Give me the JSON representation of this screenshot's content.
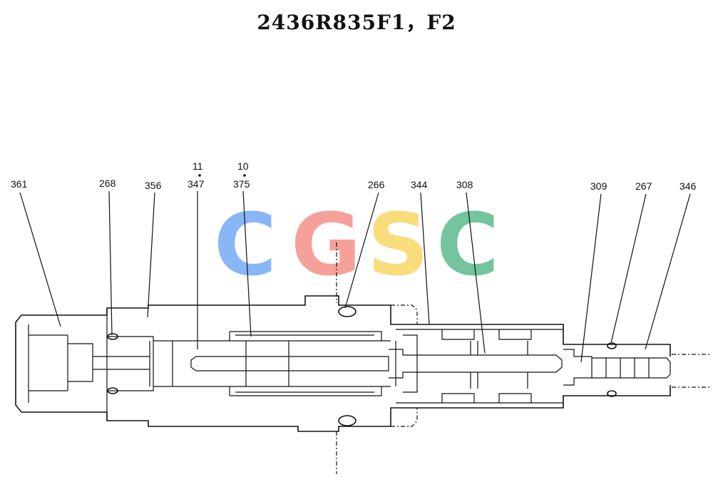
{
  "title": "2436R835F1，F2",
  "watermark": {
    "letters": [
      "C",
      "G",
      "S",
      "C"
    ],
    "colors": [
      "#5b9bf5",
      "#f27e72",
      "#f8cf4a",
      "#3fae79"
    ]
  },
  "labels": [
    {
      "id": "361",
      "text": "361"
    },
    {
      "id": "268",
      "text": "268"
    },
    {
      "id": "356",
      "text": "356"
    },
    {
      "id": "347",
      "text": "347",
      "ref": "11"
    },
    {
      "id": "375",
      "text": "375",
      "ref": "10"
    },
    {
      "id": "266",
      "text": "266"
    },
    {
      "id": "344",
      "text": "344"
    },
    {
      "id": "308",
      "text": "308"
    },
    {
      "id": "309",
      "text": "309"
    },
    {
      "id": "267",
      "text": "267"
    },
    {
      "id": "346",
      "text": "346"
    }
  ]
}
